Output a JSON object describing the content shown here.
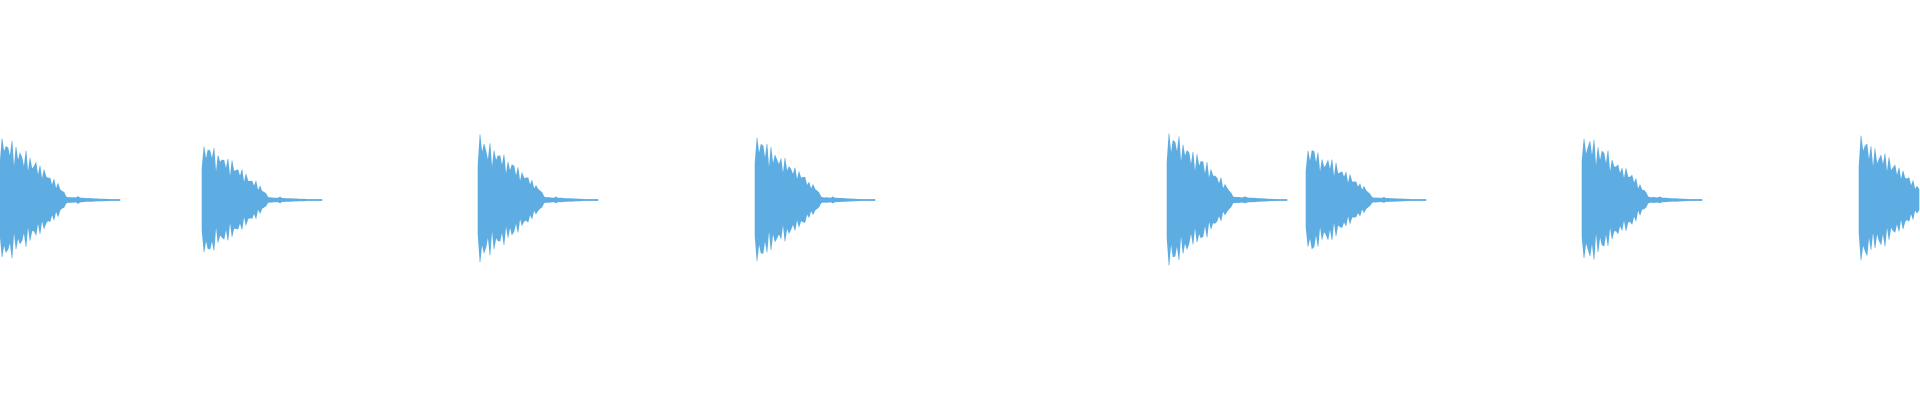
{
  "waveform": {
    "color": "#5DACE2",
    "background": "#FFFFFF",
    "hits": [
      {
        "start": 0.0,
        "amplitude": 0.9
      },
      {
        "start": 0.105,
        "amplitude": 0.78
      },
      {
        "start": 0.249,
        "amplitude": 0.85
      },
      {
        "start": 0.393,
        "amplitude": 0.84
      },
      {
        "start": 0.608,
        "amplitude": 0.93
      },
      {
        "start": 0.68,
        "amplitude": 0.74
      },
      {
        "start": 0.824,
        "amplitude": 0.9
      },
      {
        "start": 0.968,
        "amplitude": 0.85
      }
    ]
  }
}
